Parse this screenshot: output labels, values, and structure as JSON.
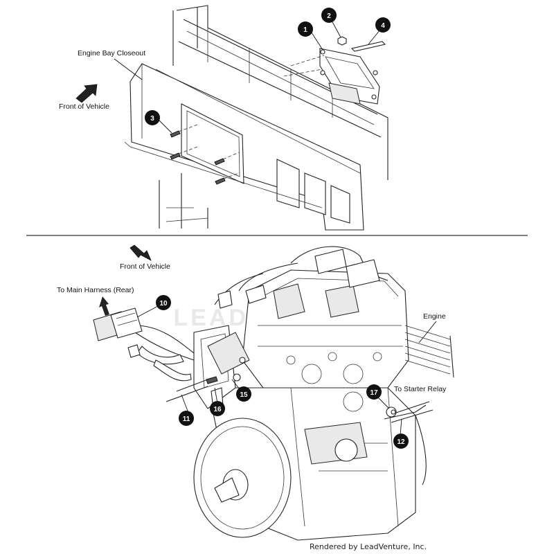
{
  "labels": {
    "engine_bay_closeout": "Engine Bay Closeout",
    "front_of_vehicle_top": "Front of Vehicle",
    "front_of_vehicle_bottom": "Front of Vehicle",
    "to_main_harness": "To Main Harness (Rear)",
    "engine": "Engine",
    "to_starter_relay": "To Starter Relay",
    "rendered_by": "Rendered by LeadVenture, Inc.",
    "watermark": "LEADVENTURE"
  },
  "callouts": [
    "1",
    "2",
    "3",
    "4",
    "10",
    "11",
    "12",
    "15",
    "16",
    "17"
  ]
}
